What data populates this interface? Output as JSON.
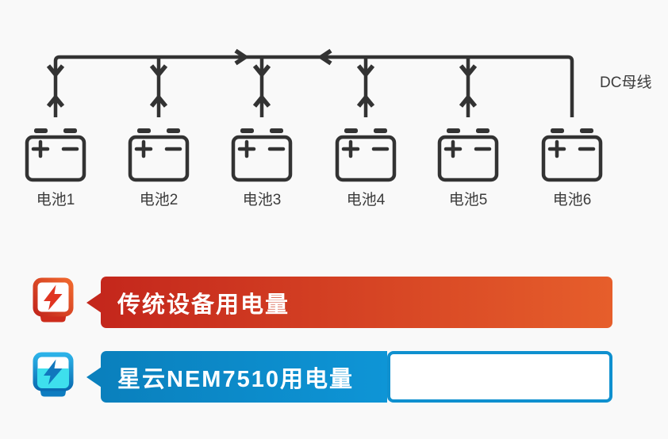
{
  "page": {
    "background_color": "#f9f9f9"
  },
  "diagram": {
    "bus_label": "DC母线",
    "line_color": "#333333",
    "batteries": [
      {
        "label": "电池1"
      },
      {
        "label": "电池2"
      },
      {
        "label": "电池3"
      },
      {
        "label": "电池4"
      },
      {
        "label": "电池5"
      },
      {
        "label": "电池6"
      }
    ]
  },
  "legend": {
    "rows": [
      {
        "label": "传统设备用电量",
        "icon": "power-meter-lightning-icon",
        "color_start": "#c4271c",
        "color_end": "#e65e2b",
        "fill_percent": 100,
        "outline_color": "#c4271c"
      },
      {
        "label": "星云NEM7510用电量",
        "icon": "power-meter-lightning-icon",
        "color_start": "#0a80bd",
        "color_end": "#0e95d6",
        "fill_percent": 56,
        "outline_color": "#0f90cf"
      }
    ]
  }
}
